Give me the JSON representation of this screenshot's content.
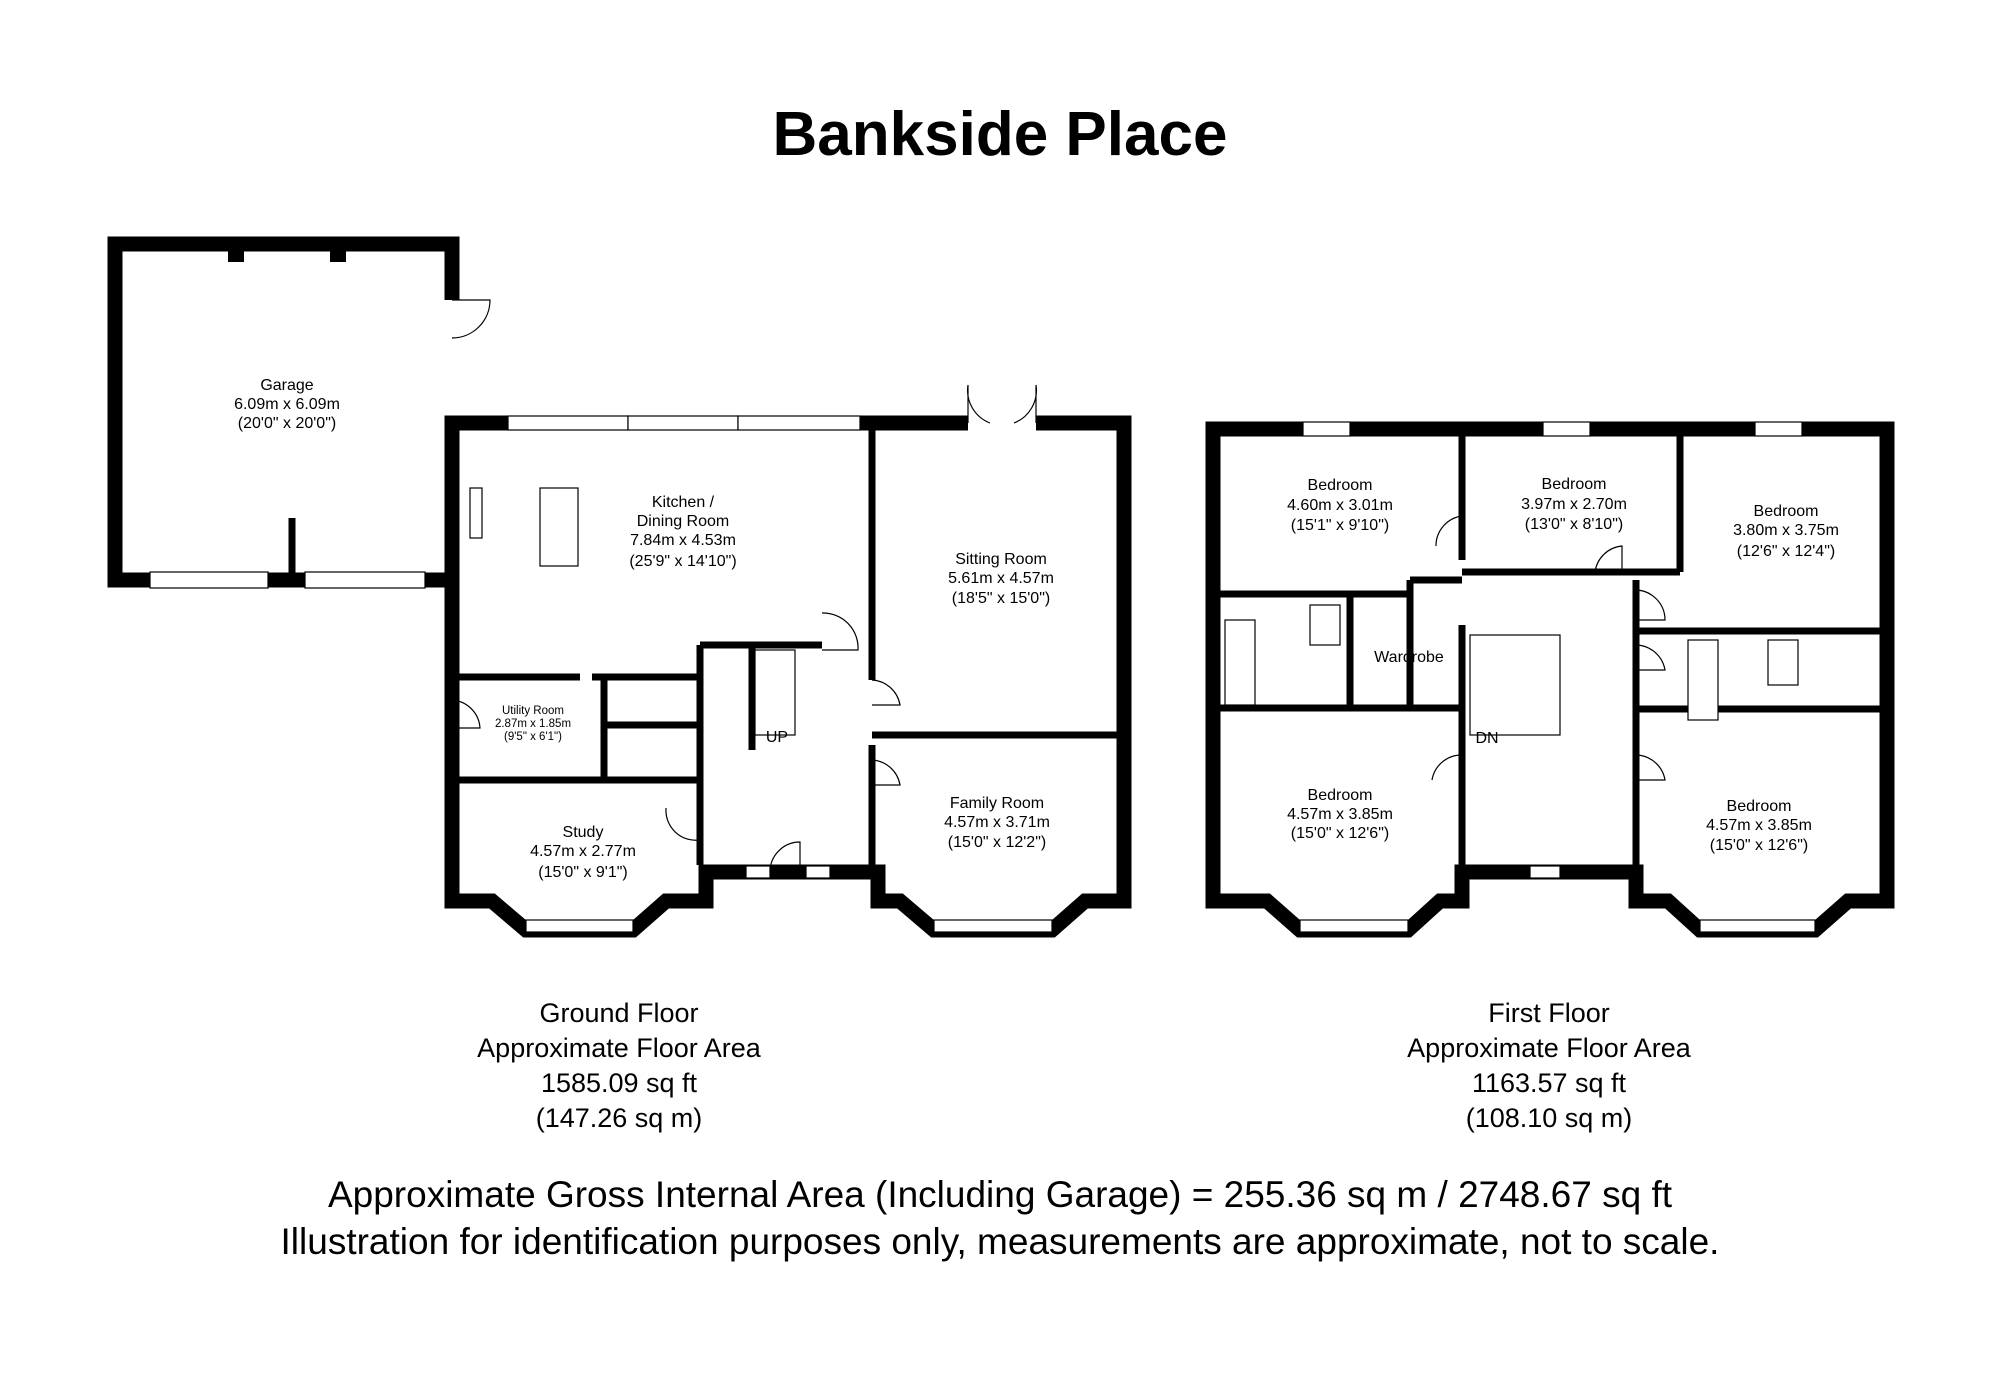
{
  "title": "Bankside Place",
  "ground_floor": {
    "rooms": [
      {
        "name": "Garage",
        "metric": "6.09m x 6.09m",
        "imperial": "(20'0\" x 20'0\")"
      },
      {
        "name": "Kitchen /",
        "name2": "Dining Room",
        "metric": "7.84m x 4.53m",
        "imperial": "(25'9\" x 14'10\")"
      },
      {
        "name": "Sitting Room",
        "metric": "5.61m x 4.57m",
        "imperial": "(18'5\" x 15'0\")"
      },
      {
        "name": "Utility Room",
        "metric": "2.87m x 1.85m",
        "imperial": "(9'5\" x 6'1\")"
      },
      {
        "name": "Study",
        "metric": "4.57m x 2.77m",
        "imperial": "(15'0\" x 9'1\")"
      },
      {
        "name": "Family Room",
        "metric": "4.57m x 3.71m",
        "imperial": "(15'0\" x 12'2\")"
      }
    ],
    "stairs_label": "UP",
    "caption": {
      "name": "Ground Floor",
      "subtitle": "Approximate Floor Area",
      "sqft": "1585.09 sq ft",
      "sqm": "(147.26 sq m)"
    }
  },
  "first_floor": {
    "rooms": [
      {
        "name": "Bedroom",
        "metric": "4.60m x 3.01m",
        "imperial": "(15'1\" x 9'10\")"
      },
      {
        "name": "Bedroom",
        "metric": "3.97m x 2.70m",
        "imperial": "(13'0\" x 8'10\")"
      },
      {
        "name": "Bedroom",
        "metric": "3.80m x 3.75m",
        "imperial": "(12'6\" x 12'4\")"
      },
      {
        "name": "Bedroom",
        "metric": "4.57m x 3.85m",
        "imperial": "(15'0\" x 12'6\")"
      },
      {
        "name": "Bedroom",
        "metric": "4.57m x 3.85m",
        "imperial": "(15'0\" x 12'6\")"
      }
    ],
    "wardrobe_label": "Wardrobe",
    "stairs_label": "DN",
    "caption": {
      "name": "First Floor",
      "subtitle": "Approximate Floor Area",
      "sqft": "1163.57 sq ft",
      "sqm": "(108.10 sq m)"
    }
  },
  "footer": {
    "gross_area": "Approximate Gross Internal Area (Including Garage) = 255.36 sq m / 2748.67 sq ft",
    "disclaimer": "Illustration for identification purposes only, measurements are approximate, not to scale."
  }
}
